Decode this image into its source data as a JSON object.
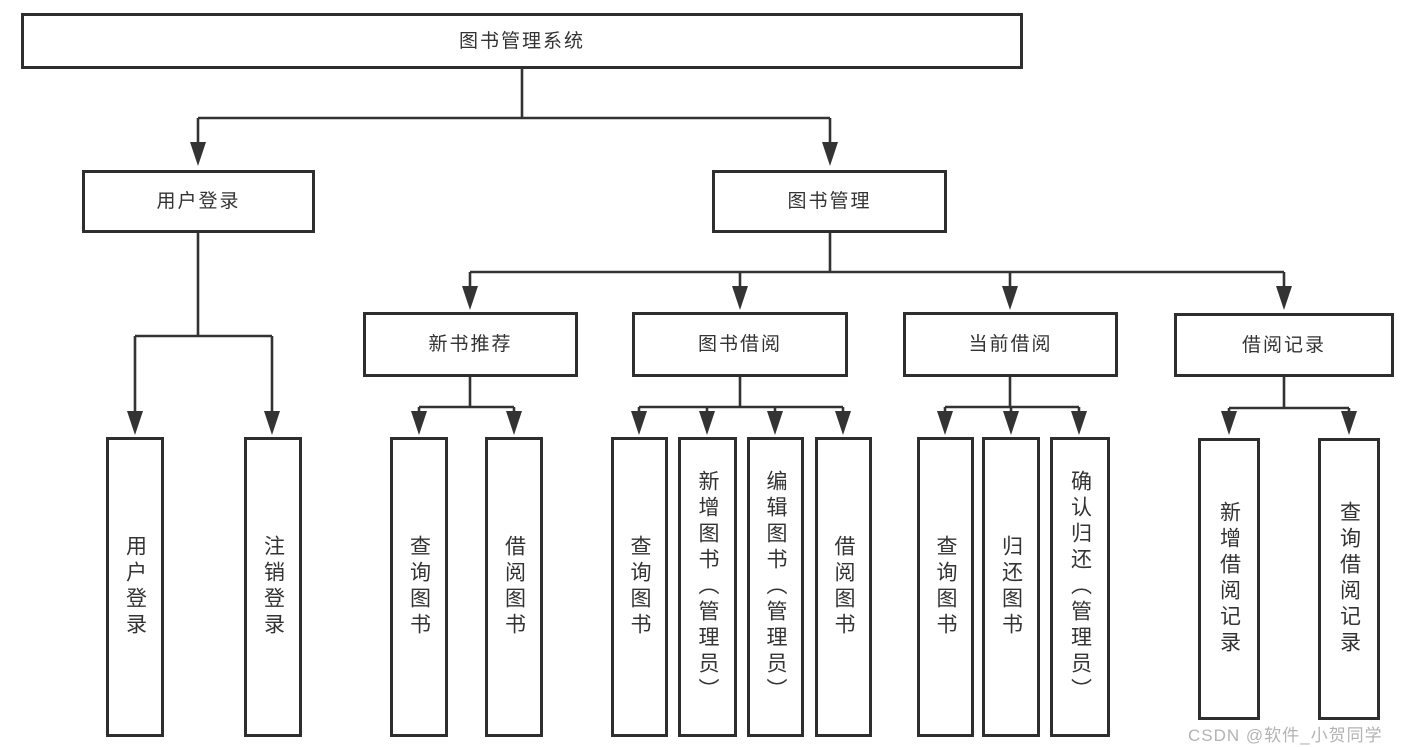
{
  "diagram_title": "图书管理系统",
  "tree": {
    "label": "图书管理系统",
    "children": [
      {
        "label": "用户登录",
        "children": [
          {
            "label": "用户登录"
          },
          {
            "label": "注销登录"
          }
        ]
      },
      {
        "label": "图书管理",
        "children": [
          {
            "label": "新书推荐",
            "children": [
              {
                "label": "查询图书"
              },
              {
                "label": "借阅图书"
              }
            ]
          },
          {
            "label": "图书借阅",
            "children": [
              {
                "label": "查询图书"
              },
              {
                "label": "新增图书（管理员）"
              },
              {
                "label": "编辑图书（管理员）"
              },
              {
                "label": "借阅图书"
              }
            ]
          },
          {
            "label": "当前借阅",
            "children": [
              {
                "label": "查询图书"
              },
              {
                "label": "归还图书"
              },
              {
                "label": "确认归还（管理员）"
              }
            ]
          },
          {
            "label": "借阅记录",
            "children": [
              {
                "label": "新增借阅记录"
              },
              {
                "label": "查询借阅记录"
              }
            ]
          }
        ]
      }
    ]
  },
  "watermark": {
    "text": "CSDN @软件_小贺同学"
  },
  "colors": {
    "box_border": "#2e2e2e",
    "connector_line": "#333333",
    "text": "#333333",
    "watermark_text": "#b3b3b3",
    "background": "#ffffff"
  }
}
